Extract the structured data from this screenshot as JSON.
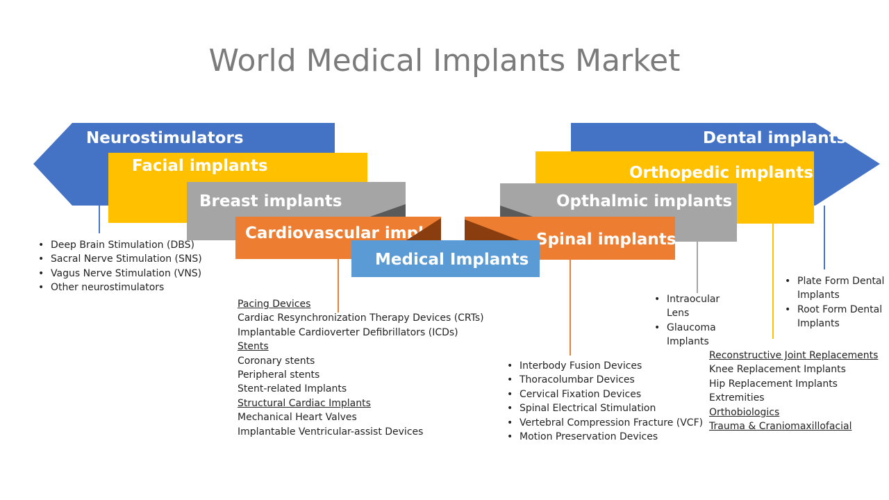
{
  "title": "World Medical Implants Market",
  "colors": {
    "blue": "#4472c4",
    "yellow": "#ffc000",
    "gray": "#a5a5a5",
    "orange": "#ed7d31",
    "light_blue": "#5b9bd5"
  },
  "categories": {
    "neurostimulators": "Neurostimulators",
    "facial": "Facial implants",
    "breast": "Breast implants",
    "cardiovascular": "Cardiovascular implants",
    "center": "Medical Implants",
    "spinal": "Spinal implants",
    "opthalmic": "Opthalmic implants",
    "orthopedic": "Orthopedic implants",
    "dental": "Dental implants"
  },
  "neuro_items": [
    "Deep Brain Stimulation (DBS)",
    "Sacral Nerve Stimulation (SNS)",
    "Vagus Nerve Stimulation (VNS)",
    "Other neurostimulators"
  ],
  "cardio_items": [
    {
      "text": "Pacing Devices",
      "header": true
    },
    {
      "text": "Cardiac Resynchronization Therapy Devices (CRTs)",
      "header": false
    },
    {
      "text": "Implantable Cardioverter Defibrillators (ICDs)",
      "header": false
    },
    {
      "text": "Stents",
      "header": true
    },
    {
      "text": "Coronary stents",
      "header": false
    },
    {
      "text": "Peripheral stents",
      "header": false
    },
    {
      "text": "Stent-related Implants",
      "header": false
    },
    {
      "text": "Structural Cardiac Implants",
      "header": true
    },
    {
      "text": "Mechanical Heart Valves",
      "header": false
    },
    {
      "text": "Implantable Ventricular-assist Devices",
      "header": false
    }
  ],
  "spinal_items": [
    "Interbody Fusion Devices",
    "Thoracolumbar Devices",
    "Cervical Fixation Devices",
    "Spinal Electrical Stimulation",
    "Vertebral Compression Fracture (VCF)",
    "Motion Preservation Devices"
  ],
  "opthalmic_items": [
    "Intraocular Lens",
    "Glaucoma Implants"
  ],
  "dental_items": [
    "Plate Form Dental Implants",
    "Root Form Dental Implants"
  ],
  "ortho_items": [
    {
      "text": "Reconstructive Joint Replacements",
      "header": true
    },
    {
      "text": "Knee Replacement Implants",
      "header": false
    },
    {
      "text": "Hip Replacement Implants",
      "header": false
    },
    {
      "text": "Extremities",
      "header": false
    },
    {
      "text": "Orthobiologics",
      "header": true
    },
    {
      "text": "Trauma & Craniomaxillofacial",
      "header": true
    }
  ]
}
